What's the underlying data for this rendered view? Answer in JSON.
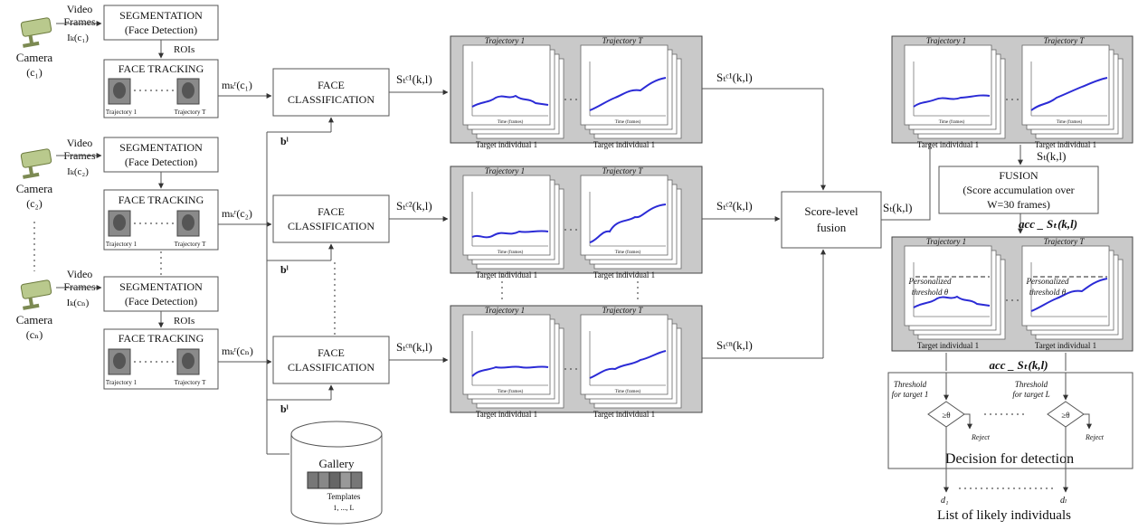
{
  "cameras": [
    {
      "label": "Camera",
      "id": "(c₁)"
    },
    {
      "label": "Camera",
      "id": "(c₂)"
    },
    {
      "label": "Camera",
      "id": "(cₙ)"
    }
  ],
  "video_frames": [
    "Video",
    "Frames"
  ],
  "frames_symbols": [
    "Iₖ(c₁)",
    "Iₖ(c₂)",
    "Iₖ(cₙ)"
  ],
  "segmentation": {
    "title": "SEGMENTATION",
    "subtitle": "(Face Detection)"
  },
  "rois": "ROIs",
  "face_tracking": {
    "title": "FACE TRACKING",
    "traj_1": "Trajectory 1",
    "traj_t": "Trajectory T"
  },
  "m_labels": [
    "mₖʳ(c₁)",
    "mₖʳ(c₂)",
    "mₖʳ(cₙ)"
  ],
  "face_classification": [
    "FACE",
    "CLASSIFICATION"
  ],
  "b_label": "bˡ",
  "s_labels": [
    "Sₜᶜ¹(k,l)",
    "Sₜᶜ²(k,l)",
    "Sₜᶜⁿ(k,l)"
  ],
  "gallery": {
    "title": "Gallery",
    "templates": "Templates",
    "range": "1, ..., L"
  },
  "plot_panel": {
    "traj_1": "Trajectory 1",
    "traj_t": "Trajectory T",
    "target": "Target individual 1",
    "time_axis": "Time (frames)"
  },
  "score_fusion": [
    "Score-level",
    "fusion"
  ],
  "st_label": "Sₜ(k,l)",
  "fusion": [
    "FUSION",
    "(Score accumulation over",
    "W=30 frames)"
  ],
  "acc_label": "acc _ Sₜ(k,l)",
  "threshold_panel": [
    "Personalized",
    "threshold θ"
  ],
  "decision": {
    "thr_1": [
      "Threshold",
      "for target 1"
    ],
    "thr_l": [
      "Threshold",
      "for target L"
    ],
    "cmp": "≥θ",
    "reject": "Reject",
    "title": "Decision for detection",
    "d1": "d₁",
    "dl": "dₗ"
  },
  "list_label": "List of likely individuals"
}
